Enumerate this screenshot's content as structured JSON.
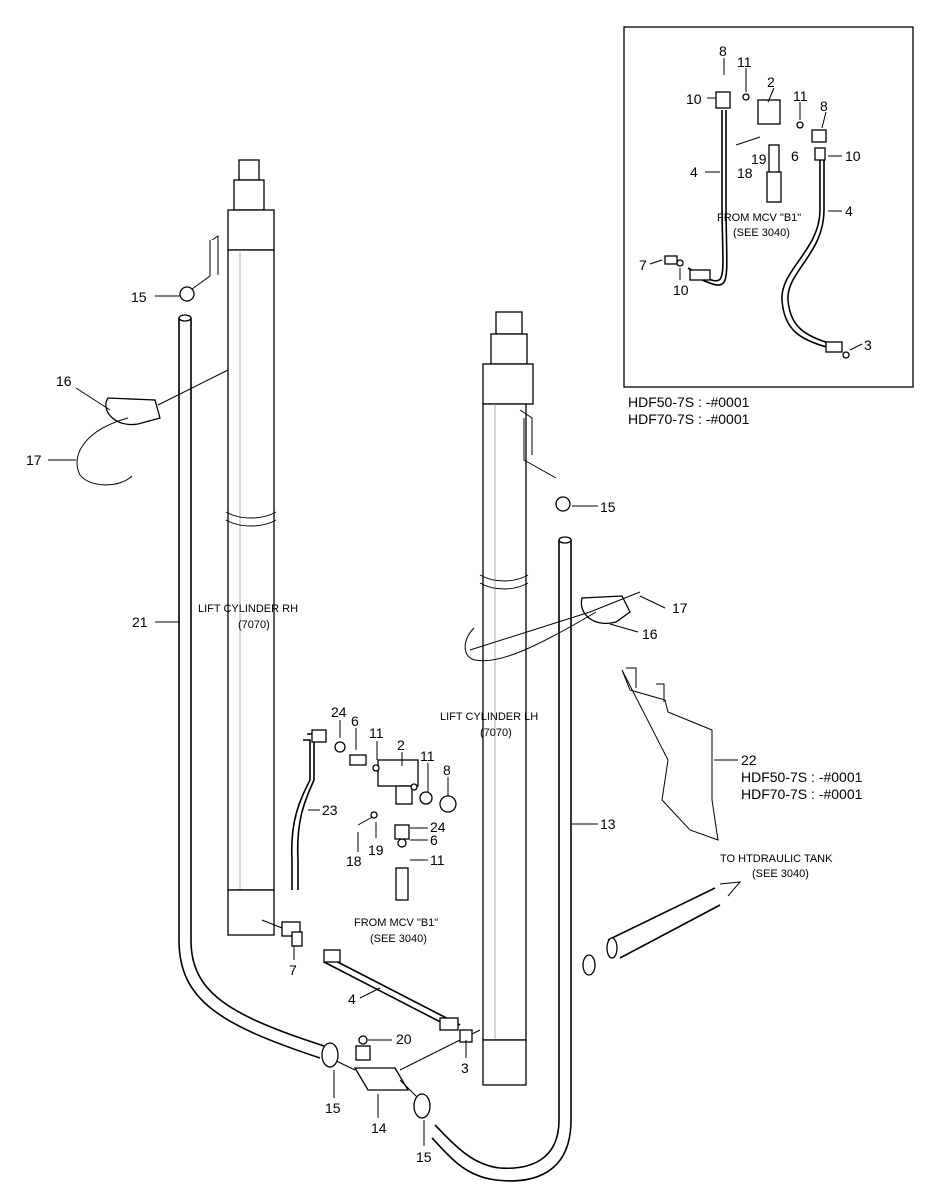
{
  "inset": {
    "labels": [
      "8",
      "11",
      "2",
      "11",
      "8",
      "10",
      "10",
      "4",
      "18",
      "19",
      "6",
      "4",
      "7",
      "10",
      "3"
    ],
    "from_mcv": "FROM MCV \"B1\"",
    "see": "(SEE 3040)",
    "model_1": "HDF50-7S : -#0001",
    "model_2": "HDF70-7S : -#0001"
  },
  "main": {
    "labels": [
      "15",
      "16",
      "17",
      "21",
      "15",
      "17",
      "16",
      "13",
      "24",
      "6",
      "11",
      "2",
      "11",
      "8",
      "23",
      "24",
      "18",
      "19",
      "6",
      "11",
      "7",
      "4",
      "20",
      "3",
      "15",
      "14",
      "15",
      "22"
    ],
    "cyl_rh": "LIFT CYLINDER RH",
    "cyl_rh_ref": "(7070)",
    "cyl_lh": "LIFT CYLINDER LH",
    "cyl_lh_ref": "(7070)",
    "from_mcv": "FROM MCV \"B1\"",
    "see": "(SEE 3040)",
    "tank": "TO HTDRAULIC TANK",
    "tank_see": "(SEE 3040)",
    "model_1": "HDF50-7S : -#0001",
    "model_2": "HDF70-7S : -#0001"
  }
}
